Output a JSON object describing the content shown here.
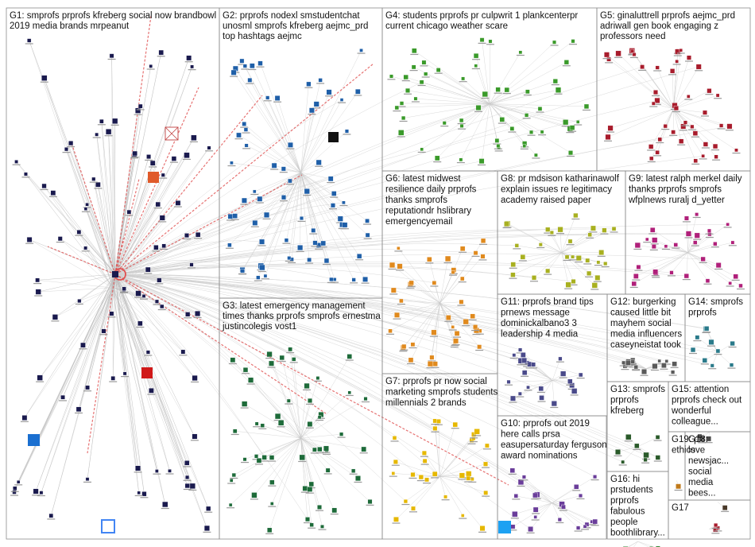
{
  "colors": {
    "background": "#ffffff",
    "border": "#8c8c8c",
    "edge": "#c8c8c8",
    "hub_edge": "#e05050",
    "label": "#111111"
  },
  "groups": [
    {
      "id": "G1",
      "lines": [
        "G1: smprofs prprofs kfreberg social now brandbowl",
        "2019 media brands mrpeanut"
      ],
      "node_color": "#1a1a4e"
    },
    {
      "id": "G2",
      "lines": [
        "G2: prprofs nodexl smstudentchat",
        "unosml smprofs kfreberg aejmc_prd",
        "top hashtags aejmc"
      ],
      "node_color": "#1f5fa8"
    },
    {
      "id": "G3",
      "lines": [
        "G3: latest emergency management",
        "times thanks prprofs smprofs ernestma",
        "justincolegis vost1"
      ],
      "node_color": "#1e6b3a"
    },
    {
      "id": "G4",
      "lines": [
        "G4: students prprofs pr culpwrit 1 plankcenterpr",
        "current chicago weather scare"
      ],
      "node_color": "#3a9a2a"
    },
    {
      "id": "G5",
      "lines": [
        "G5: ginaluttrell prprofs aejmc_prd",
        "adriwall gen book engaging z",
        "professors need"
      ],
      "node_color": "#a81c2c"
    },
    {
      "id": "G6",
      "lines": [
        "G6: latest midwest",
        "resilience daily prprofs",
        "thanks smprofs",
        "reputationdr hslibrary",
        "emergencyemail"
      ],
      "node_color": "#e08a1e"
    },
    {
      "id": "G7",
      "lines": [
        "G7: prprofs pr now social",
        "marketing smprofs students",
        "millennials 2 brands"
      ],
      "node_color": "#e6b800"
    },
    {
      "id": "G8",
      "lines": [
        "G8: pr mdsison katharinawolf",
        "explain issues re legitimacy",
        "academy raised paper"
      ],
      "node_color": "#a8b020"
    },
    {
      "id": "G9",
      "lines": [
        "G9: latest ralph merkel daily",
        "thanks prprofs smprofs",
        "wfplnews ruralj d_yetter"
      ],
      "node_color": "#b0207a"
    },
    {
      "id": "G10",
      "lines": [
        "G10: prprofs out 2019",
        "here calls prsa",
        "easupersaturday ferguson",
        "award nominations"
      ],
      "node_color": "#6a3d9a"
    },
    {
      "id": "G11",
      "lines": [
        "G11: prprofs brand tips",
        "prnews message",
        "dominickalbano3 3",
        "leadership 4 media"
      ],
      "node_color": "#4a4a8a"
    },
    {
      "id": "G12",
      "lines": [
        "G12: burgerking",
        "caused little bit",
        "mayhem social",
        "media influencers",
        "caseyneistat took"
      ],
      "node_color": "#5a5a5a"
    },
    {
      "id": "G13",
      "lines": [
        "G13: smprofs",
        "prprofs",
        "kfreberg"
      ],
      "node_color": "#2a5a2a"
    },
    {
      "id": "G14",
      "lines": [
        "G14: smprofs",
        "prprofs"
      ],
      "node_color": "#2a7a8a"
    },
    {
      "id": "G15",
      "lines": [
        "G15: attention",
        "prprofs check out",
        "wonderful",
        "colleague..."
      ],
      "node_color": "#4a4a4a"
    },
    {
      "id": "G16",
      "lines": [
        "G16: hi",
        "prstudents",
        "prprofs",
        "fabulous",
        "people",
        "boothlibrary..."
      ],
      "node_color": "#3a8a3a"
    },
    {
      "id": "G17",
      "lines": [
        "G17"
      ],
      "node_color": "#a81c2c"
    },
    {
      "id": "G18",
      "lines": [
        "G18:",
        "love",
        "newsjac...",
        "social",
        "media",
        "bees..."
      ],
      "node_color": "#4a3a2a"
    },
    {
      "id": "G19",
      "lines": [
        "G19: pr",
        "ethics"
      ],
      "node_color": "#c07a1a"
    }
  ]
}
